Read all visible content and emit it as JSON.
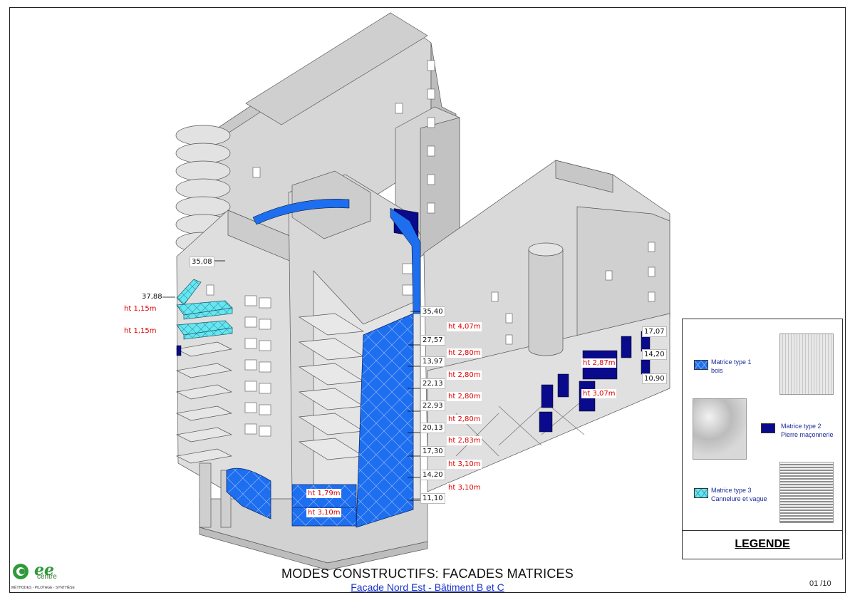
{
  "drawing": {
    "title": "MODES CONSTRUCTIFS: FACADES MATRICES",
    "subtitle": "Façade Nord Est - Bâtiment B et C",
    "page": "01  /10"
  },
  "logo": {
    "name": "ee",
    "word": "centre",
    "tagline": "MÉTHODES - PILOTAGE - SYNTHÈSE"
  },
  "colors": {
    "matrix1": "#1e6ef0",
    "matrix2": "#0a0a8c",
    "matrix3": "#66e6f0",
    "building": "#dcdcdc",
    "dimension_red": "#e00000"
  },
  "elevations": [
    "35,08",
    "37,88",
    "35,40",
    "27,57",
    "13,97",
    "22,13",
    "22,93",
    "20,13",
    "17,30",
    "14,20",
    "11,10",
    "17,07",
    "14,20",
    "10,90"
  ],
  "heights": [
    "ht 1,15m",
    "ht 1,15m",
    "ht 4,07m",
    "ht 2,80m",
    "ht 2,80m",
    "ht 2,80m",
    "ht 2,80m",
    "ht 2,83m",
    "ht 3,10m",
    "ht 3,10m",
    "ht 1,79m",
    "ht 3,10m",
    "ht 2,87m",
    "ht 3,07m"
  ],
  "legend": {
    "title": "LEGENDE",
    "items": [
      {
        "line1": "Matrice type 1",
        "line2": "bois"
      },
      {
        "line1": "Matrice type 2",
        "line2": "Pierre maçonnerie"
      },
      {
        "line1": "Matrice type 3",
        "line2": "Cannelure et vague"
      }
    ]
  }
}
